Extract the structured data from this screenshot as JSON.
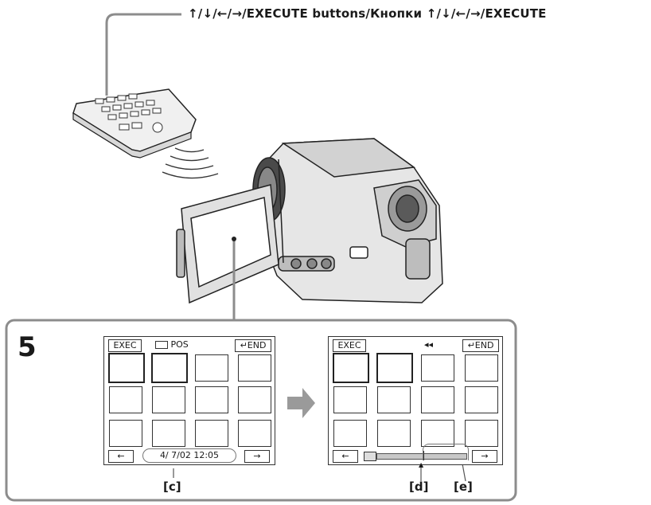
{
  "callout_label": "↑/↓/←/→/EXECUTE buttons/Кнопки ↑/↓/←/→/EXECUTE",
  "step_number": "5",
  "screen_left": {
    "exec_label": "EXEC",
    "pos_label": "POS",
    "pos_icon": "tape-icon",
    "end_label": "END",
    "end_icon": "return-arrow-icon",
    "date_time": "4/ 7/02  12:05",
    "prev_icon": "←",
    "next_icon": "→"
  },
  "screen_right": {
    "exec_label": "EXEC",
    "rewind_icon": "◂◂",
    "end_label": "END",
    "end_icon": "return-arrow-icon",
    "prev_icon": "←",
    "next_icon": "→",
    "tape_icon": "tape-icon"
  },
  "labels": {
    "c": "[c]",
    "d": "[d]",
    "e": "[e]"
  },
  "colors": {
    "frame_border": "#8c8c8c",
    "arrow": "#9a9a9a",
    "bar_fill": "#c8c8c8"
  }
}
